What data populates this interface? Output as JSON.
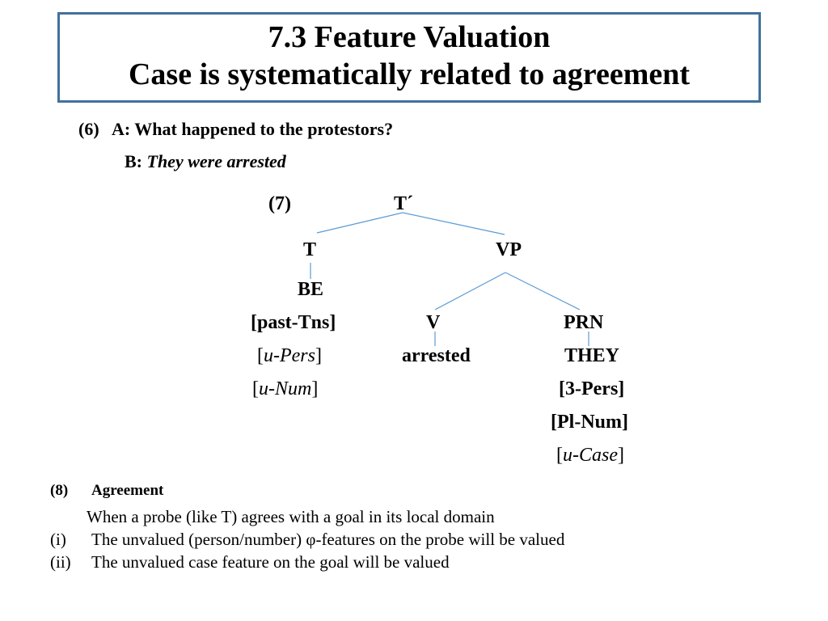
{
  "slide": {
    "title_line1": "7.3 Feature Valuation",
    "title_line2": "Case is systematically related to agreement"
  },
  "example6": {
    "number": "(6)",
    "a_label": "A:",
    "a_text": "What happened to the protestors?",
    "b_label": "B:",
    "b_text": "They were arrested"
  },
  "example7": {
    "number": "(7)",
    "root": "T´",
    "t_node": "T",
    "vp_node": "VP",
    "t_word": "BE",
    "t_feature_tense": "[past-Tns]",
    "t_feature_pers_open": "[",
    "t_feature_pers_u": "u-Pers",
    "t_feature_pers_close": "]",
    "t_feature_num_open": "[",
    "t_feature_num_u": "u-Num",
    "t_feature_num_close": "]",
    "v_node": "V",
    "v_word": "arrested",
    "prn_node": "PRN",
    "prn_word": "THEY",
    "prn_feature_pers": "[3-Pers]",
    "prn_feature_num": "[Pl-Num]",
    "prn_feature_case_open": "[",
    "prn_feature_case_u": "u-Case",
    "prn_feature_case_close": "]",
    "branch_color": "#5b9bd5"
  },
  "example8": {
    "number": "(8)",
    "heading": "Agreement",
    "intro": "When a probe (like T) agrees with a goal in its local domain",
    "items": [
      {
        "marker": "(i)",
        "text": "The unvalued (person/number) φ-features on the probe will be valued"
      },
      {
        "marker": "(ii)",
        "text": "The unvalued case feature on the goal will be valued"
      }
    ]
  }
}
